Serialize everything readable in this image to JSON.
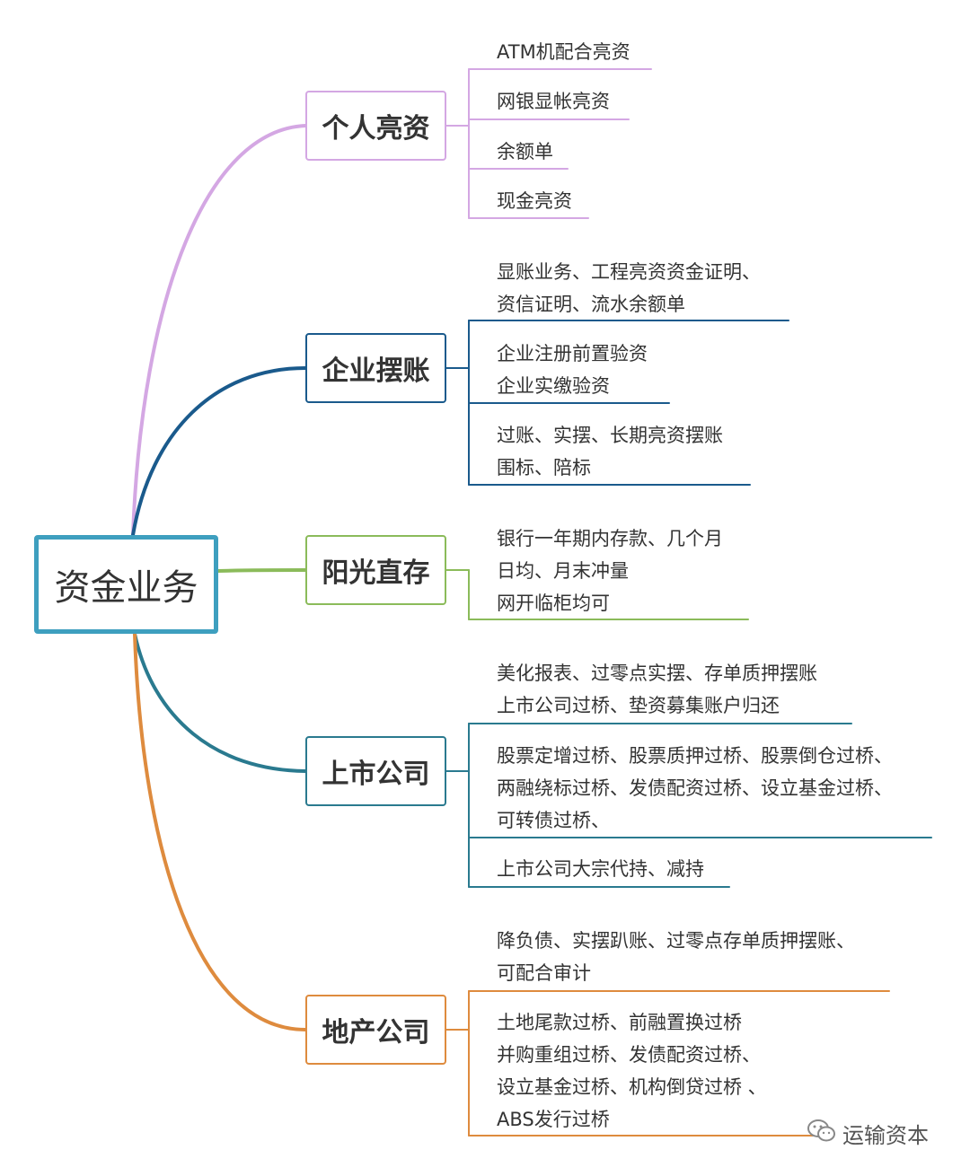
{
  "root": {
    "label": "资金业务",
    "color": "#3e9fbf"
  },
  "branches": [
    {
      "label": "个人亮资",
      "color": "#d4a7e3",
      "leaves": [
        "ATM机配合亮资",
        "网银显帐亮资",
        "余额单",
        "现金亮资"
      ]
    },
    {
      "label": "企业摆账",
      "color": "#1a5a8c",
      "leaves": [
        "显账业务、工程亮资资金证明、\n资信证明、流水余额单",
        "企业注册前置验资\n企业实缴验资",
        "过账、实摆、长期亮资摆账\n围标、陪标"
      ]
    },
    {
      "label": "阳光直存",
      "color": "#8bbb5a",
      "leaves": [
        "银行一年期内存款、几个月\n日均、月末冲量\n网开临柜均可"
      ]
    },
    {
      "label": "上市公司",
      "color": "#2a7a8f",
      "leaves": [
        "美化报表、过零点实摆、存单质押摆账\n上市公司过桥、垫资募集账户归还",
        "股票定增过桥、股票质押过桥、股票倒仓过桥、\n两融绕标过桥、发债配资过桥、设立基金过桥、\n可转债过桥、",
        "上市公司大宗代持、减持"
      ]
    },
    {
      "label": "地产公司",
      "color": "#de8b3e",
      "leaves": [
        "降负债、实摆趴账、过零点存单质押摆账、\n可配合审计",
        "土地尾款过桥、前融置换过桥\n并购重组过桥、发债配资过桥、\n设立基金过桥、机构倒贷过桥 、\nABS发行过桥"
      ]
    }
  ],
  "watermark": {
    "text": "运输资本",
    "icon": "wechat-icon"
  }
}
